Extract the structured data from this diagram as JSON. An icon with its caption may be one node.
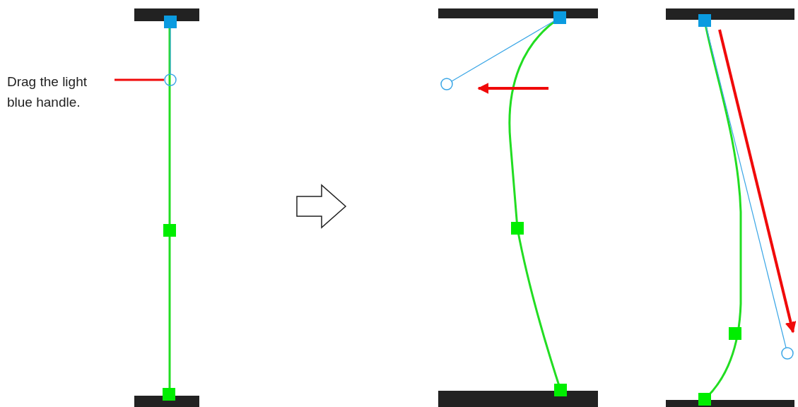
{
  "diagram": {
    "nodes": [
      {
        "text": [
          "Drag the light blue handle."
        ]
      },
      {
        "text": [],
        "shape": "circle"
      }
    ],
    "edges": [
      {
        "from": 0,
        "to": 1,
        "arrow": "none"
      }
    ]
  }
}
